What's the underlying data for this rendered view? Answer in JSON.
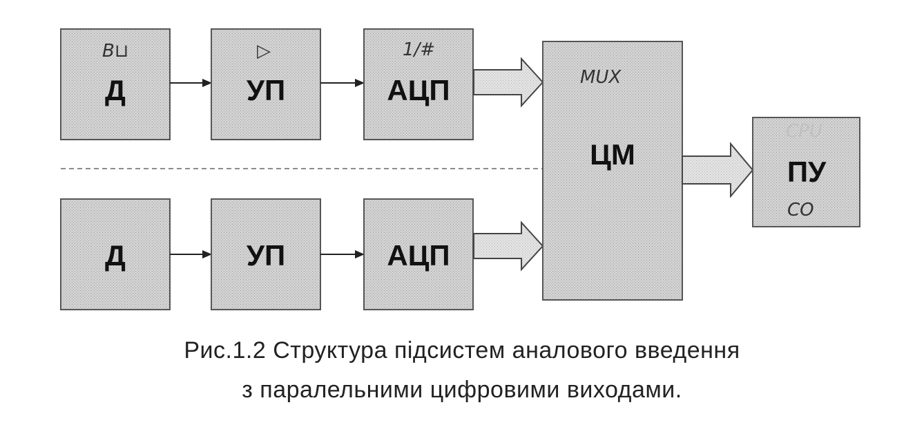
{
  "diagram": {
    "colors": {
      "block_fill": "#cfcfcf",
      "block_stroke": "#555555",
      "arrow_fill": "#dcdcdc",
      "line": "#222222",
      "separator": "#666666"
    },
    "blocks": {
      "d_top": {
        "label": "Д",
        "note": "B⊔"
      },
      "up_top": {
        "label": "УП",
        "note": "▷"
      },
      "adc_top": {
        "label": "АЦП",
        "note": "1/#"
      },
      "d_bottom": {
        "label": "Д"
      },
      "up_bottom": {
        "label": "УП"
      },
      "adc_bottom": {
        "label": "АЦП"
      },
      "cm": {
        "label": "ЦМ",
        "note": "MUX"
      },
      "pu": {
        "label": "ПУ",
        "note_top": "CPU",
        "note_bottom": "CO"
      }
    }
  },
  "caption": {
    "line1": "Рис.1.2 Структура підсистем аналового введення",
    "line2": "з паралельними цифровими виходами."
  }
}
